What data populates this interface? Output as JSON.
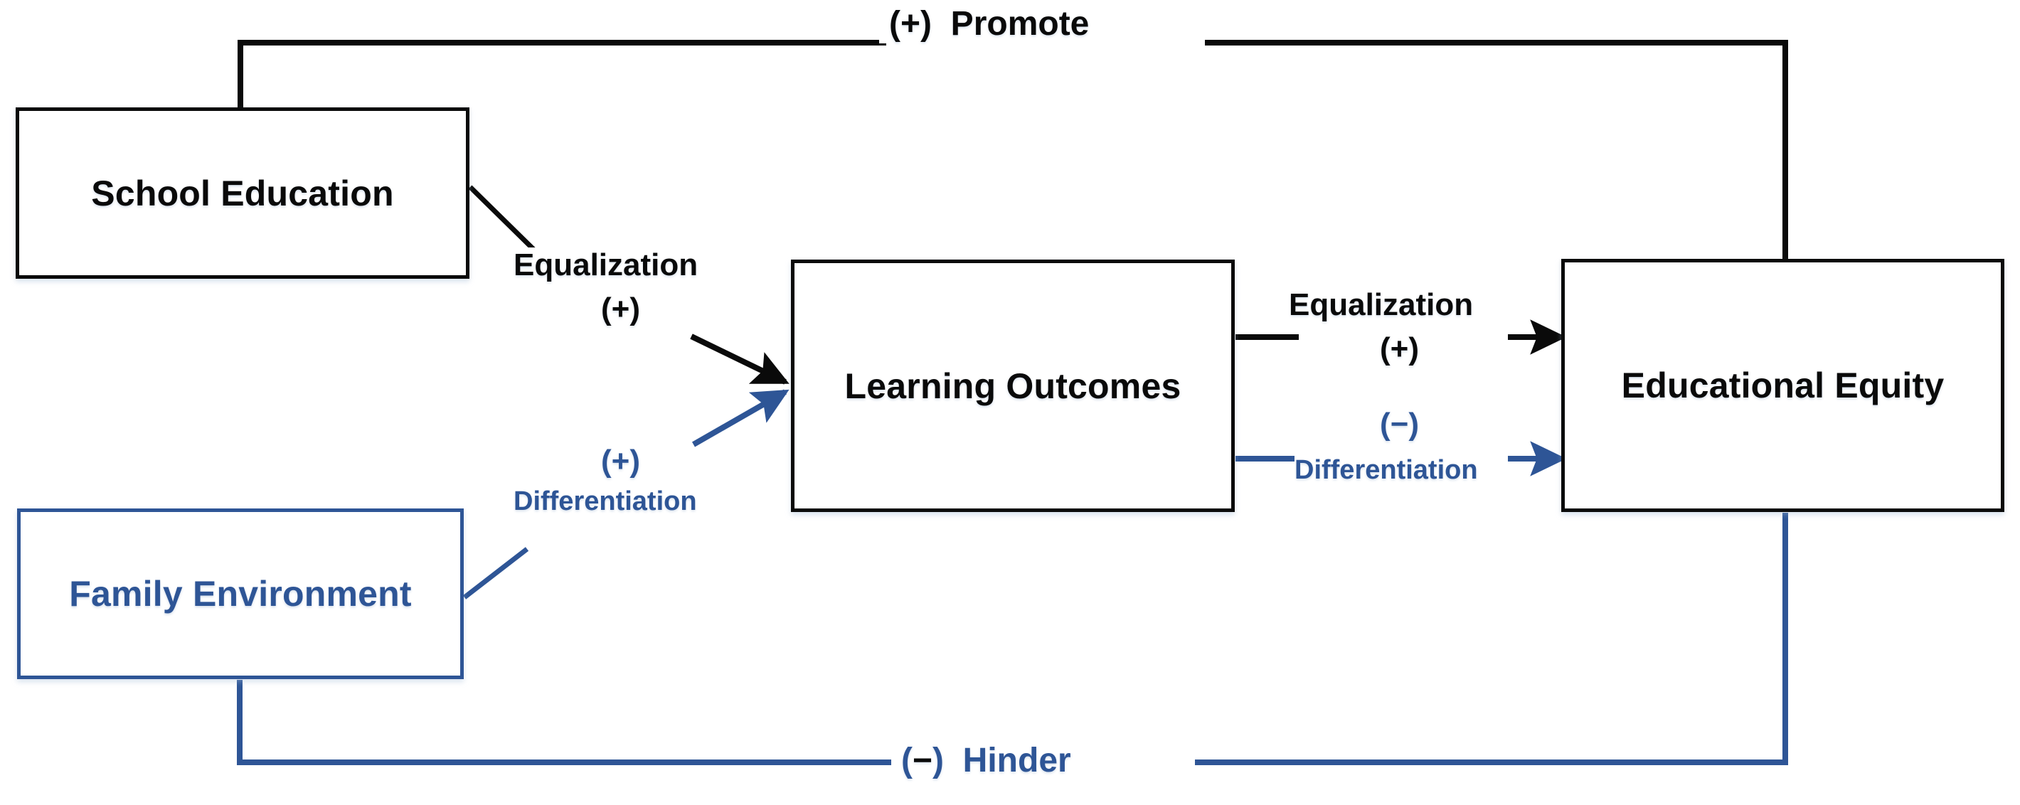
{
  "diagram": {
    "title": "School Education, Family Environment and Educational Equity pathway diagram",
    "colors": {
      "black": "#0a0a0a",
      "blue": "#2E5596",
      "background": "#ffffff"
    },
    "nodes": [
      {
        "id": "school-education",
        "label": "School Education",
        "color": "black"
      },
      {
        "id": "learning-outcomes",
        "label": "Learning Outcomes",
        "color": "black"
      },
      {
        "id": "educational-equity",
        "label": "Educational Equity",
        "color": "black"
      },
      {
        "id": "family-environment",
        "label": "Family Environment",
        "color": "blue"
      }
    ],
    "edges": [
      {
        "id": "school-to-equity-promote",
        "from": "school-education",
        "to": "educational-equity",
        "color": "black",
        "routing": "orthogonal-top",
        "arrow": false,
        "sign": "(+)",
        "label": "Promote"
      },
      {
        "id": "school-to-learning",
        "from": "school-education",
        "to": "learning-outcomes",
        "color": "black",
        "routing": "diagonal",
        "arrow": true,
        "label_line1": "Equalization",
        "label_line2": "(+)"
      },
      {
        "id": "family-to-learning",
        "from": "family-environment",
        "to": "learning-outcomes",
        "color": "blue",
        "routing": "diagonal",
        "arrow": true,
        "label_line1": "(+)",
        "label_line2": "Differentiation"
      },
      {
        "id": "learning-to-equity-equalization",
        "from": "learning-outcomes",
        "to": "educational-equity",
        "color": "black",
        "routing": "horizontal",
        "arrow": true,
        "label_line1": "Equalization",
        "label_line2": "(+)"
      },
      {
        "id": "learning-to-equity-differentiation",
        "from": "learning-outcomes",
        "to": "educational-equity",
        "color": "blue",
        "routing": "horizontal",
        "arrow": true,
        "label_line1": "(−)",
        "label_line2": "Differentiation"
      },
      {
        "id": "family-to-equity-hinder",
        "from": "family-environment",
        "to": "educational-equity",
        "color": "blue",
        "routing": "orthogonal-bottom",
        "arrow": false,
        "sign": "(−)",
        "label": "Hinder"
      }
    ],
    "labels": {
      "promote_sign": "(+)",
      "promote_text": "Promote",
      "hinder_sign_open": "(",
      "hinder_sign_mark": "−",
      "hinder_sign_close": ")",
      "hinder_text": "Hinder",
      "equalization": "Equalization",
      "plus": "(+)",
      "minus": "(−)",
      "differentiation": "Differentiation"
    }
  }
}
